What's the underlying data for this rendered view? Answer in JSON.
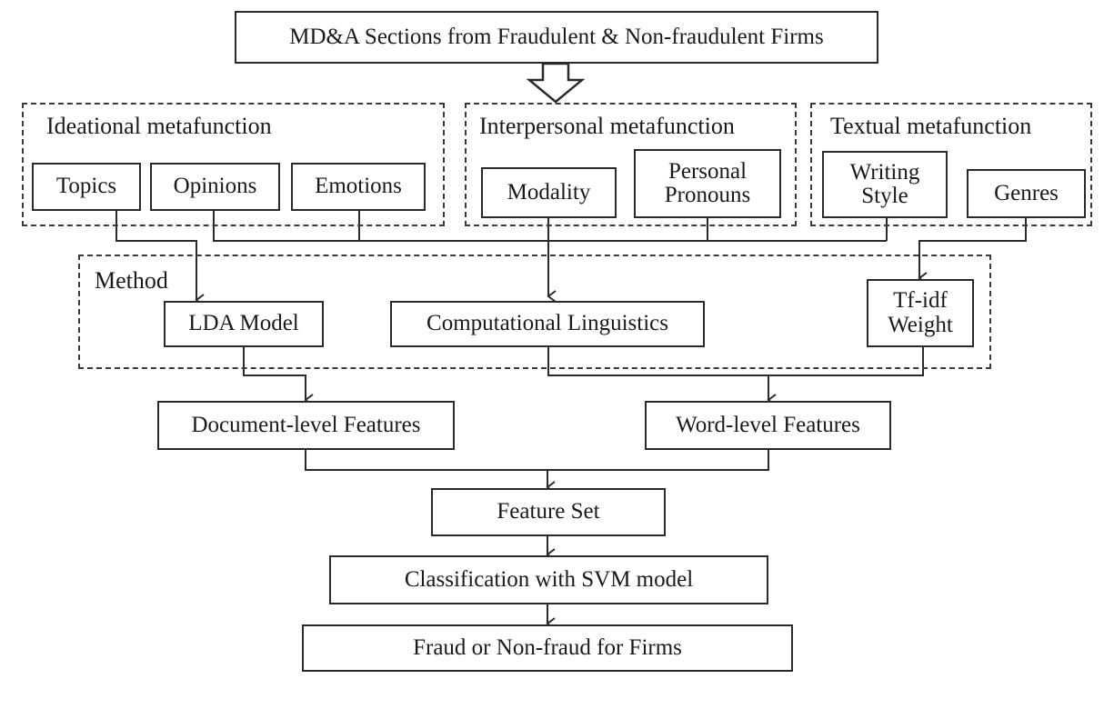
{
  "top": {
    "title": "MD&A Sections from Fraudulent & Non-fraudulent Firms"
  },
  "groups": {
    "ideational": {
      "label": "Ideational metafunction",
      "items": [
        "Topics",
        "Opinions",
        "Emotions"
      ]
    },
    "interpersonal": {
      "label": "Interpersonal metafunction",
      "items": [
        "Modality",
        "Personal\nPronouns"
      ]
    },
    "textual": {
      "label": "Textual metafunction",
      "items": [
        "Writing\nStyle",
        "Genres"
      ]
    },
    "method": {
      "label": "Method",
      "items": [
        "LDA Model",
        "Computational Linguistics",
        "Tf-idf\nWeight"
      ]
    }
  },
  "features": {
    "document": "Document-level Features",
    "word": "Word-level Features"
  },
  "feature_set": "Feature Set",
  "classification": "Classification with SVM model",
  "output": "Fraud or Non-fraud for Firms"
}
